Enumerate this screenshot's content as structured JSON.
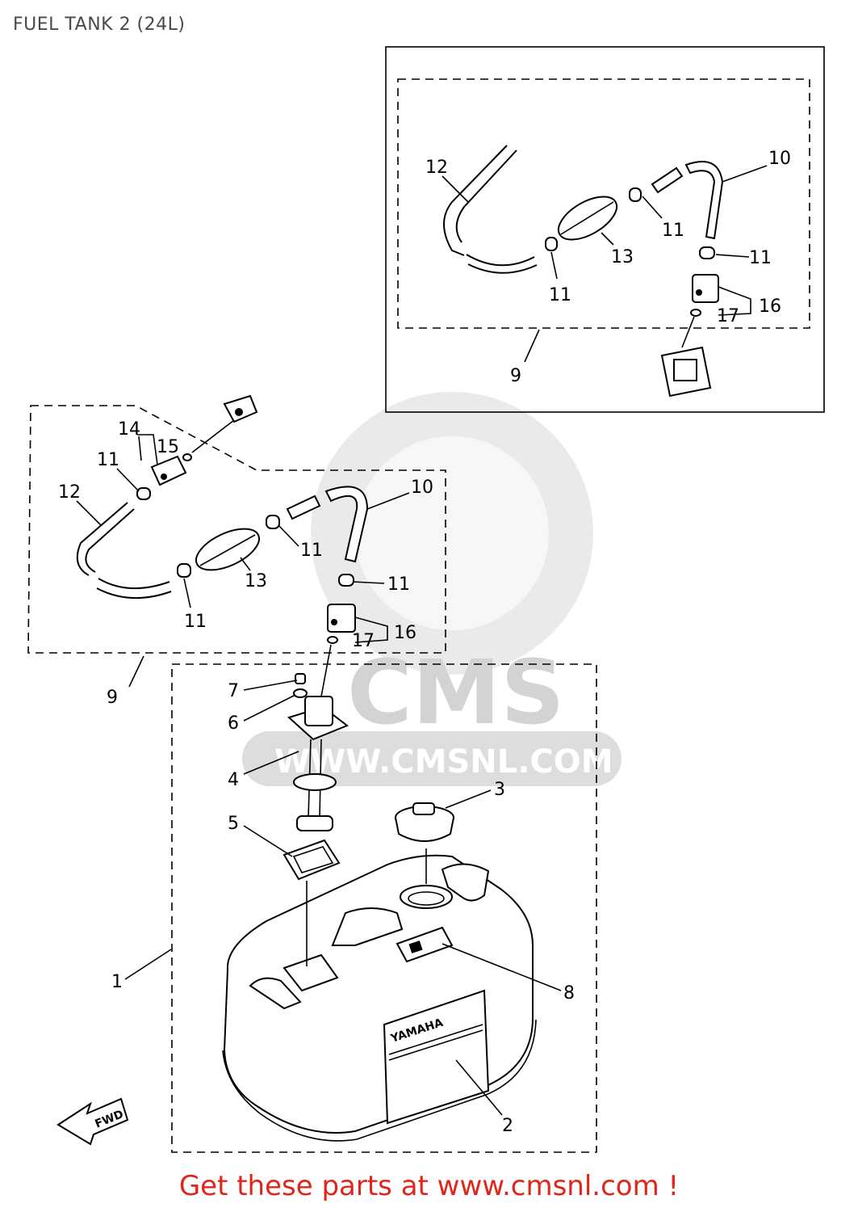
{
  "title": "FUEL TANK 2 (24L)",
  "footer": "Get these parts at www.cmsnl.com !",
  "watermark": {
    "brand": "CMS",
    "url": "WWW.CMSNL.COM",
    "color": "#d9d9d9"
  },
  "tank_label": "YAMAHA",
  "fwd_label": "FWD",
  "colors": {
    "footer": "#e1251b",
    "title": "#4a4a4a"
  },
  "callouts": {
    "top": {
      "c12": "12",
      "c10": "10",
      "c11a": "11",
      "c11b": "11",
      "c11c": "11",
      "c13": "13",
      "c16": "16",
      "c17": "17",
      "c9": "9"
    },
    "mid": {
      "c14": "14",
      "c15": "15",
      "c11a": "11",
      "c12": "12",
      "c10": "10",
      "c11b": "11",
      "c13": "13",
      "c11c": "11",
      "c11d": "11",
      "c17": "17",
      "c16": "16",
      "c9": "9"
    },
    "tank": {
      "c7": "7",
      "c6": "6",
      "c4": "4",
      "c3": "3",
      "c5": "5",
      "c8": "8",
      "c1": "1",
      "c2": "2"
    }
  }
}
